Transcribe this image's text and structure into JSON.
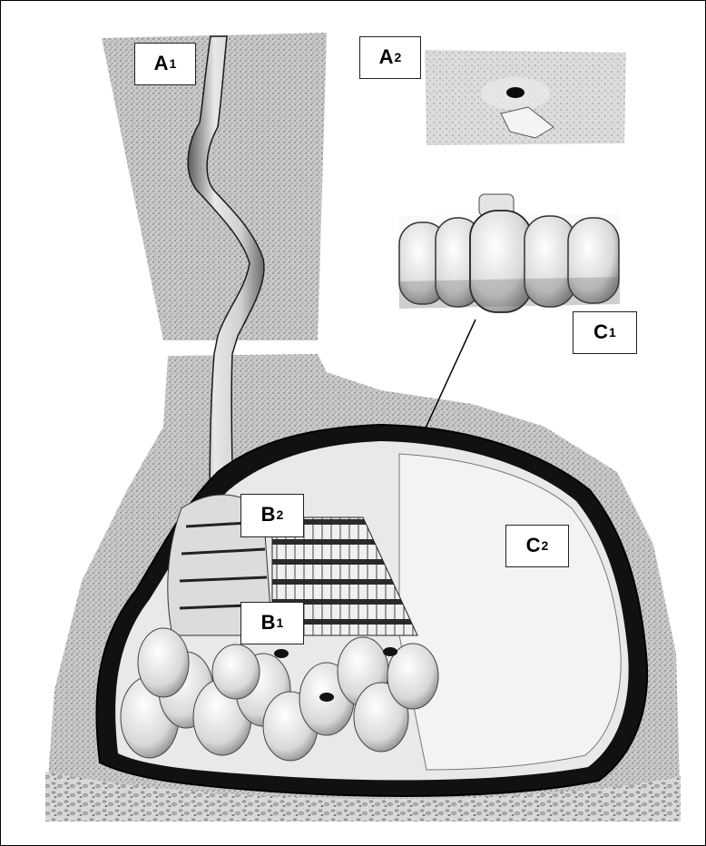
{
  "labels": {
    "a1": {
      "letter": "A",
      "sub": "1"
    },
    "a2": {
      "letter": "A",
      "sub": "2"
    },
    "b1": {
      "letter": "B",
      "sub": "1"
    },
    "b2": {
      "letter": "B",
      "sub": "2"
    },
    "c1": {
      "letter": "C",
      "sub": "1"
    },
    "c2": {
      "letter": "C",
      "sub": "2"
    }
  },
  "colors": {
    "soil": "#bdbdbd",
    "soil_dark": "#8a8a8a",
    "chamber_wall": "#111111",
    "cell": "#e6e6e6",
    "cap": "#f4f4f4",
    "ink": "#000000"
  }
}
